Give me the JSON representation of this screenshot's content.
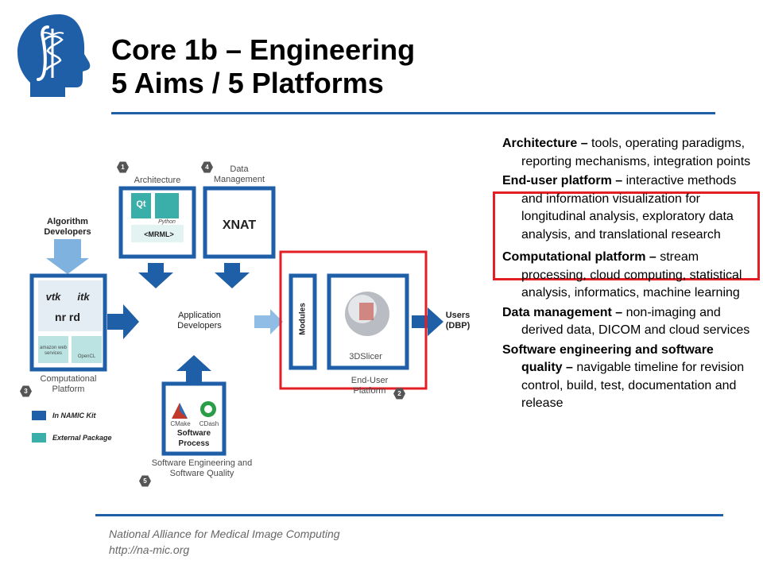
{
  "title": {
    "line1": "Core 1b – Engineering",
    "line2": "5 Aims / 5 Platforms"
  },
  "footer": {
    "line1": "National Alliance for Medical Image Computing",
    "line2": "http://na-mic.org"
  },
  "colors": {
    "brand_blue": "#1f5fa8",
    "highlight_red": "#e31e24",
    "namic_kit": "#1f5fa8",
    "external_package": "#3aafa9"
  },
  "diagram": {
    "architecture": "Architecture",
    "data_management": "Data Management",
    "algorithm_developers": "Algorithm Developers",
    "application_developers": "Application Developers",
    "users": "Users (DBP)",
    "computational_platform": "Computational Platform",
    "end_user_platform": "End-User Platform",
    "software_engineering": "Software Engineering and Software Quality",
    "software_process": "Software Process",
    "modules": "Modules",
    "slicer": "3DSlicer",
    "python": "Python",
    "mrml": "<MRML>",
    "xnat": "XNAT",
    "cmake": "CMake",
    "cdash": "CDash",
    "vtk": "vtk",
    "itk": "itk",
    "nrrd": "nr rd",
    "amazon": "amazon web services",
    "opencl": "OpenCL",
    "qt": "Qt",
    "legend": {
      "namic_kit": "In NAMIC Kit",
      "external": "External Package"
    },
    "badges": [
      "1",
      "4",
      "3",
      "2",
      "5"
    ]
  },
  "aims": [
    {
      "term": "Architecture –",
      "desc": " tools, operating paradigms, reporting mechanisms, integration points"
    },
    {
      "term": "End-user platform –",
      "desc": " interactive methods and information visualization for longitudinal analysis, exploratory data analysis, and translational research"
    },
    {
      "term": "Computational platform –",
      "desc": " stream processing, cloud computing, statistical analysis, informatics, machine learning"
    },
    {
      "term": "Data management –",
      "desc": " non-imaging and derived data, DICOM and cloud services"
    },
    {
      "term": "Software engineering and software quality –",
      "desc": " navigable timeline for revision control, build, test, documentation and release"
    }
  ]
}
